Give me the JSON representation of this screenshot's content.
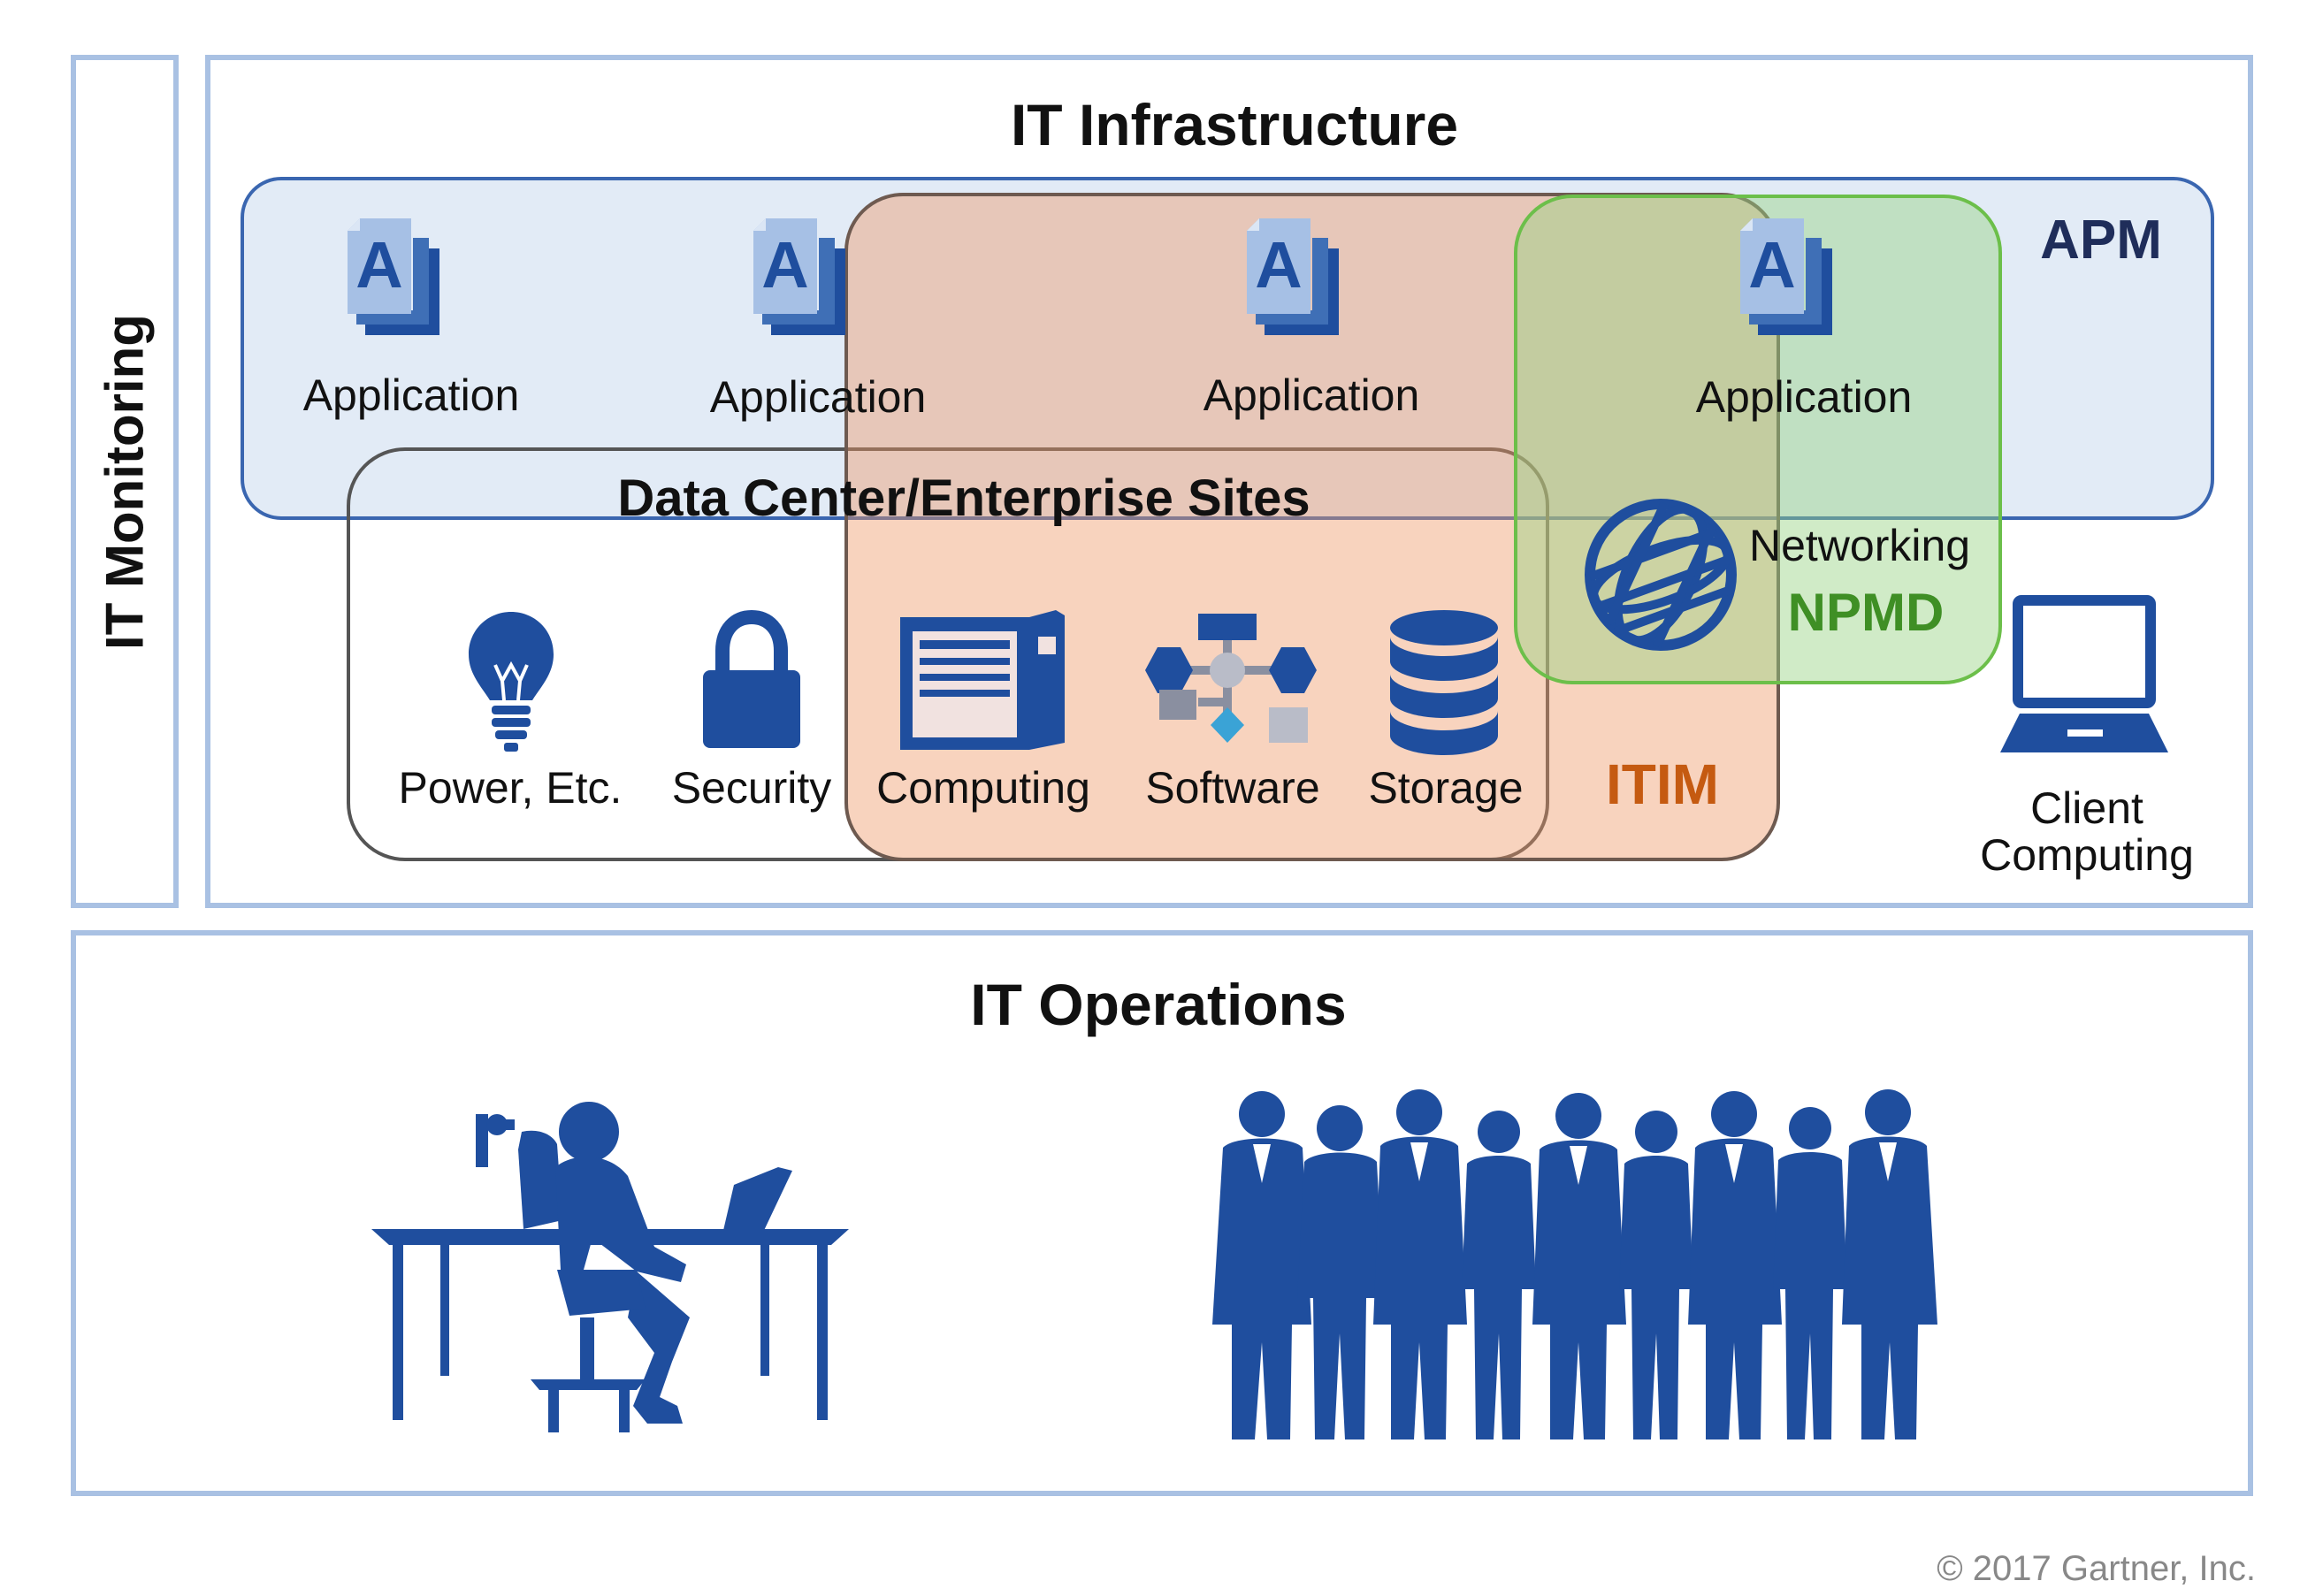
{
  "colors": {
    "frame_border": "#a9c1e3",
    "icon_blue": "#1f4e9e",
    "apm_fill": "#e2ebf6",
    "apm_border": "#3a66b0",
    "itim_fill": "#f4c7ad",
    "itim_label": "#c55a11",
    "npmd_fill": "#cfe6c6",
    "npmd_border": "#6cbf4a",
    "npmd_label": "#3f8f25",
    "dc_border": "#555555"
  },
  "monitoring": {
    "label": "IT Monitoring"
  },
  "infrastructure": {
    "title": "IT Infrastructure",
    "apm": {
      "label": "APM",
      "applications": [
        {
          "label": "Application",
          "icon": "application-icon"
        },
        {
          "label": "Application",
          "icon": "application-icon"
        },
        {
          "label": "Application",
          "icon": "application-icon"
        },
        {
          "label": "Application",
          "icon": "application-icon"
        }
      ]
    },
    "data_center": {
      "title": "Data Center/Enterprise Sites",
      "items": [
        {
          "label": "Power, Etc.",
          "icon": "lightbulb-icon"
        },
        {
          "label": "Security",
          "icon": "padlock-icon"
        },
        {
          "label": "Computing",
          "icon": "server-icon"
        },
        {
          "label": "Software",
          "icon": "software-icon"
        },
        {
          "label": "Storage",
          "icon": "database-icon"
        }
      ]
    },
    "itim": {
      "label": "ITIM"
    },
    "npmd": {
      "label": "NPMD",
      "networking_label": "Networking",
      "icon": "globe-icon"
    },
    "client": {
      "line1": "Client",
      "line2": "Computing",
      "icon": "laptop-icon"
    }
  },
  "operations": {
    "title": "IT Operations",
    "icons": [
      "desk-worker-icon",
      "team-icon"
    ]
  },
  "copyright": "© 2017 Gartner, Inc."
}
